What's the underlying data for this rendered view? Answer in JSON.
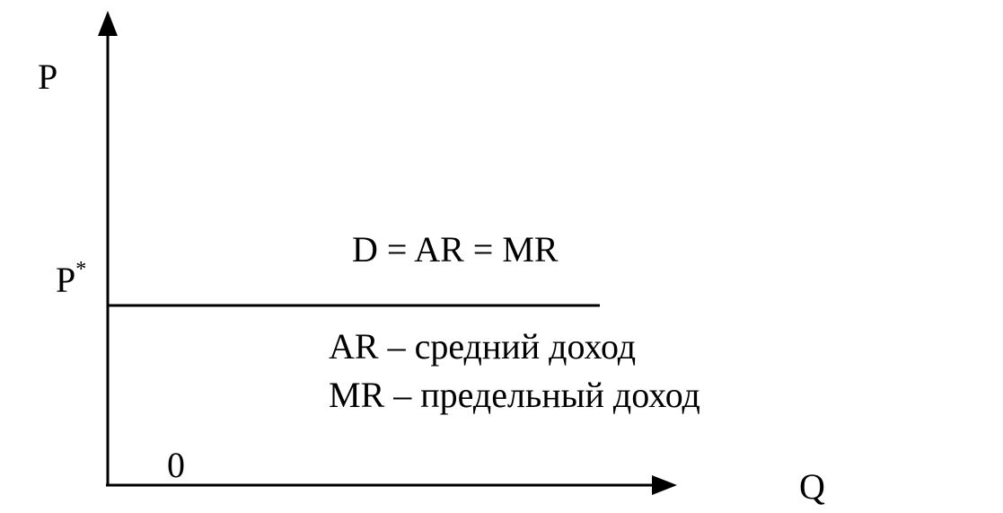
{
  "axes": {
    "y_label": "P",
    "x_label": "Q",
    "origin_label": "0"
  },
  "price_level": {
    "label": "P",
    "superscript": "*"
  },
  "curve": {
    "label": "D = AR = MR"
  },
  "legend": {
    "ar_text": "AR – средний доход",
    "mr_text": "MR – предельный доход"
  },
  "colors": {
    "ink": "#000000",
    "background": "#ffffff"
  }
}
